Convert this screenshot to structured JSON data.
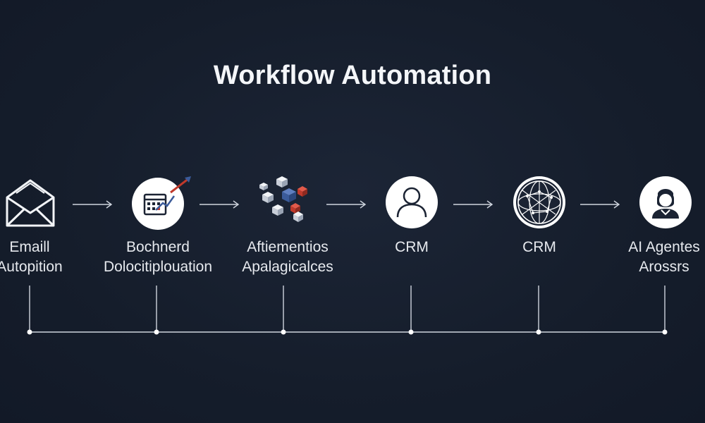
{
  "title": "Workflow Automation",
  "steps": [
    {
      "icon": "envelope-icon",
      "line1": "Emaill",
      "line2": "Autopition"
    },
    {
      "icon": "calendar-chart-icon",
      "line1": "Bochnerd",
      "line2": "Dolocitiplouation"
    },
    {
      "icon": "cubes-icon",
      "line1": "Aftiementios",
      "line2": "Apalagicalces"
    },
    {
      "icon": "user-icon",
      "line1": "CRM",
      "line2": ""
    },
    {
      "icon": "network-globe-icon",
      "line1": "CRM",
      "line2": ""
    },
    {
      "icon": "agent-avatar-icon",
      "line1": "AI Agentes",
      "line2": "Arossrs"
    }
  ],
  "colors": {
    "background": "#151d2b",
    "accent_red": "#c0392b",
    "accent_blue": "#3b5b9a",
    "line": "#cfd5de"
  }
}
